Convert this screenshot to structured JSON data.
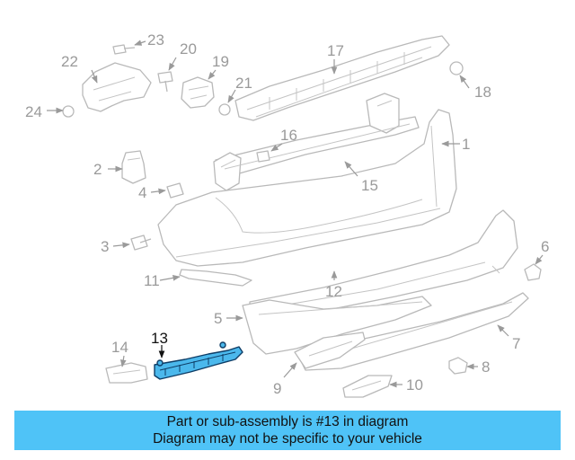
{
  "colors": {
    "highlight": "#4bb8ec",
    "banner": "#4fc3f7",
    "part_stroke": "#b9b9b9",
    "callout_text": "#9a9a9a"
  },
  "callouts": {
    "c1": "1",
    "c2": "2",
    "c3": "3",
    "c4": "4",
    "c5": "5",
    "c6": "6",
    "c7": "7",
    "c8": "8",
    "c9": "9",
    "c10": "10",
    "c11": "11",
    "c12": "12",
    "c13": "13",
    "c14": "14",
    "c15": "15",
    "c16": "16",
    "c17": "17",
    "c18": "18",
    "c19": "19",
    "c20": "20",
    "c21": "21",
    "c22": "22",
    "c23": "23",
    "c24": "24"
  },
  "highlighted_part": "13",
  "banner": {
    "line1": "Part or sub-assembly is #13 in diagram",
    "line2": "Diagram may not be specific to your vehicle"
  }
}
